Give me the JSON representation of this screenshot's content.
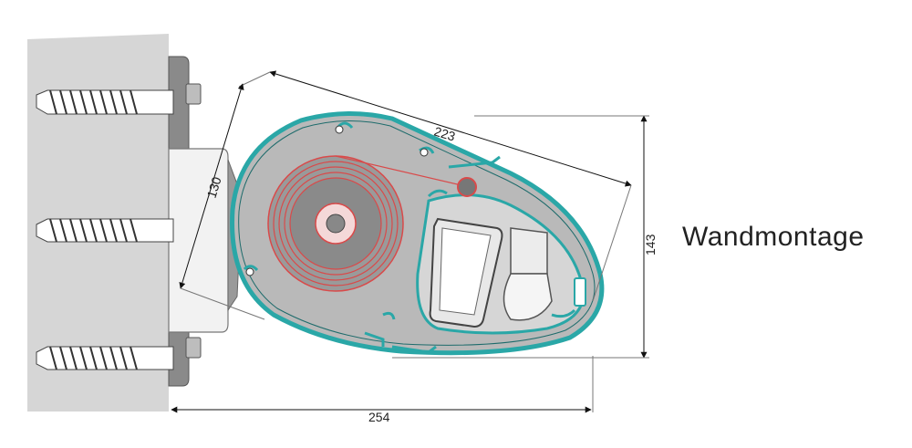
{
  "caption": "Wandmontage",
  "dimensions": {
    "width_total": "254",
    "diagonal_length": "223",
    "bracket_height": "130",
    "total_height": "143"
  },
  "colors": {
    "wall": "#d6d6d6",
    "profile_outline": "#2aa7a7",
    "housing_fill": "#b9b9b9",
    "roller_fill": "#9a9a9a",
    "fabric_lines": "#d94a4a",
    "bracket": "#8a8a8a"
  }
}
